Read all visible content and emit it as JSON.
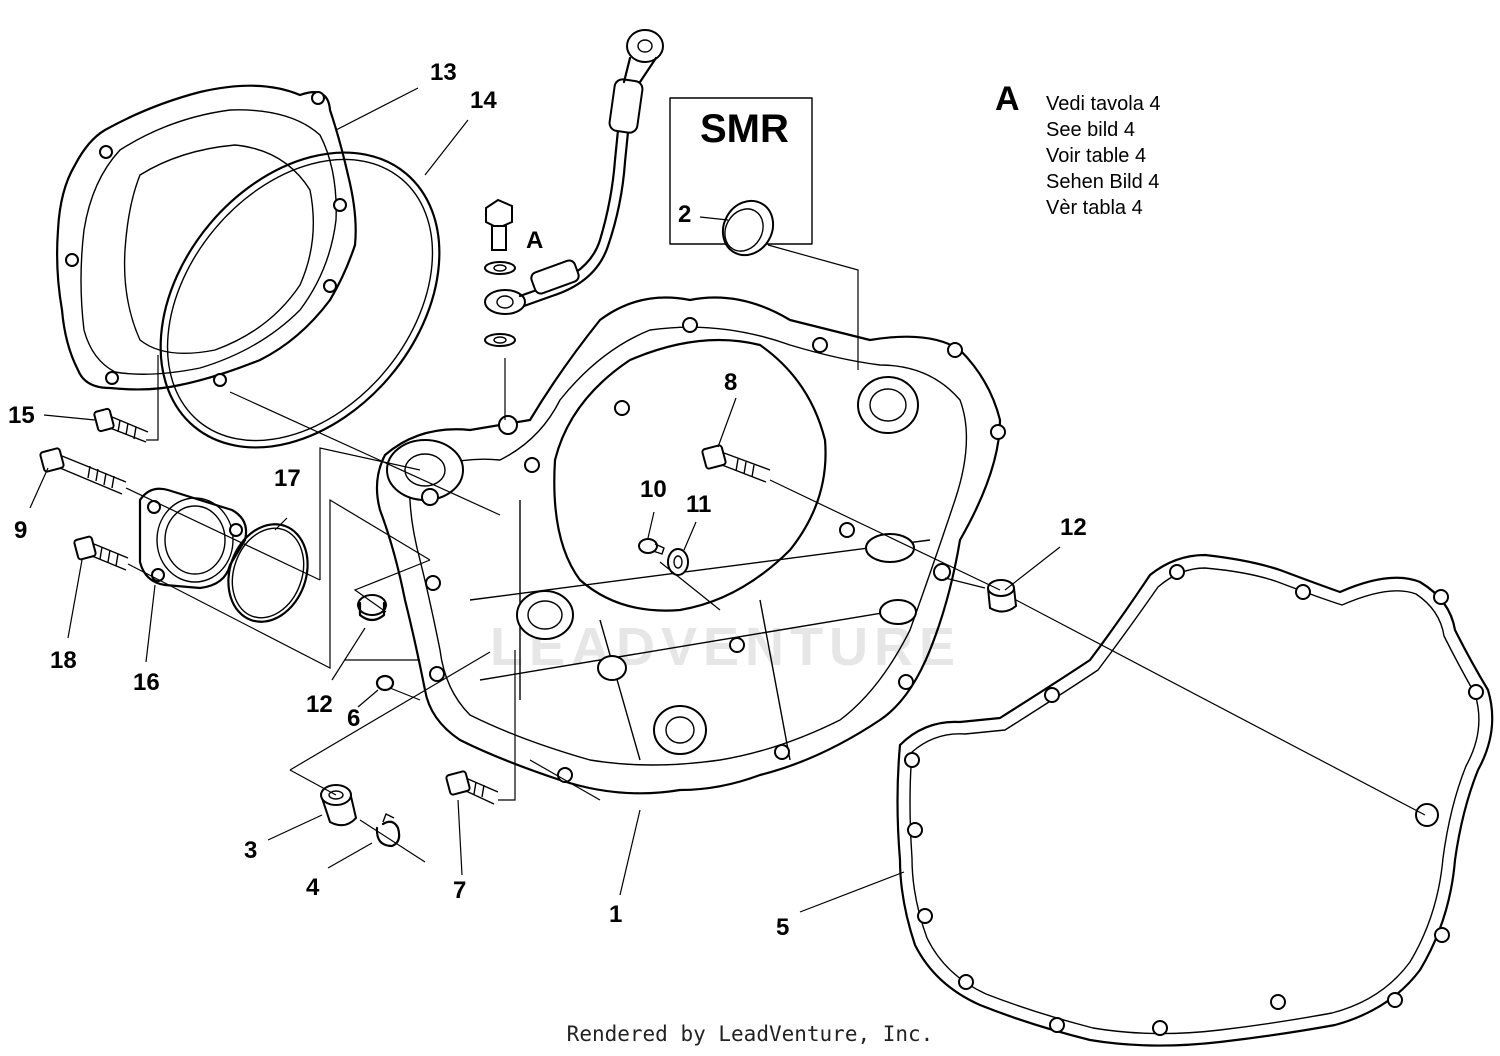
{
  "footer": "Rendered by LeadVenture, Inc.",
  "watermark": "LEADVENTURE",
  "smr_box": {
    "title": "SMR"
  },
  "note": {
    "letter": "A",
    "lines": [
      "Vedi tavola 4",
      "See bild 4",
      "Voir table 4",
      "Sehen Bild 4",
      "Vèr tabla 4"
    ]
  },
  "ref_A": "A",
  "callouts": {
    "c1": "1",
    "c2": "2",
    "c3": "3",
    "c4": "4",
    "c5": "5",
    "c6": "6",
    "c7": "7",
    "c8": "8",
    "c9": "9",
    "c10": "10",
    "c11": "11",
    "c12a": "12",
    "c12b": "12",
    "c13": "13",
    "c14": "14",
    "c15": "15",
    "c16": "16",
    "c17": "17",
    "c18": "18"
  }
}
